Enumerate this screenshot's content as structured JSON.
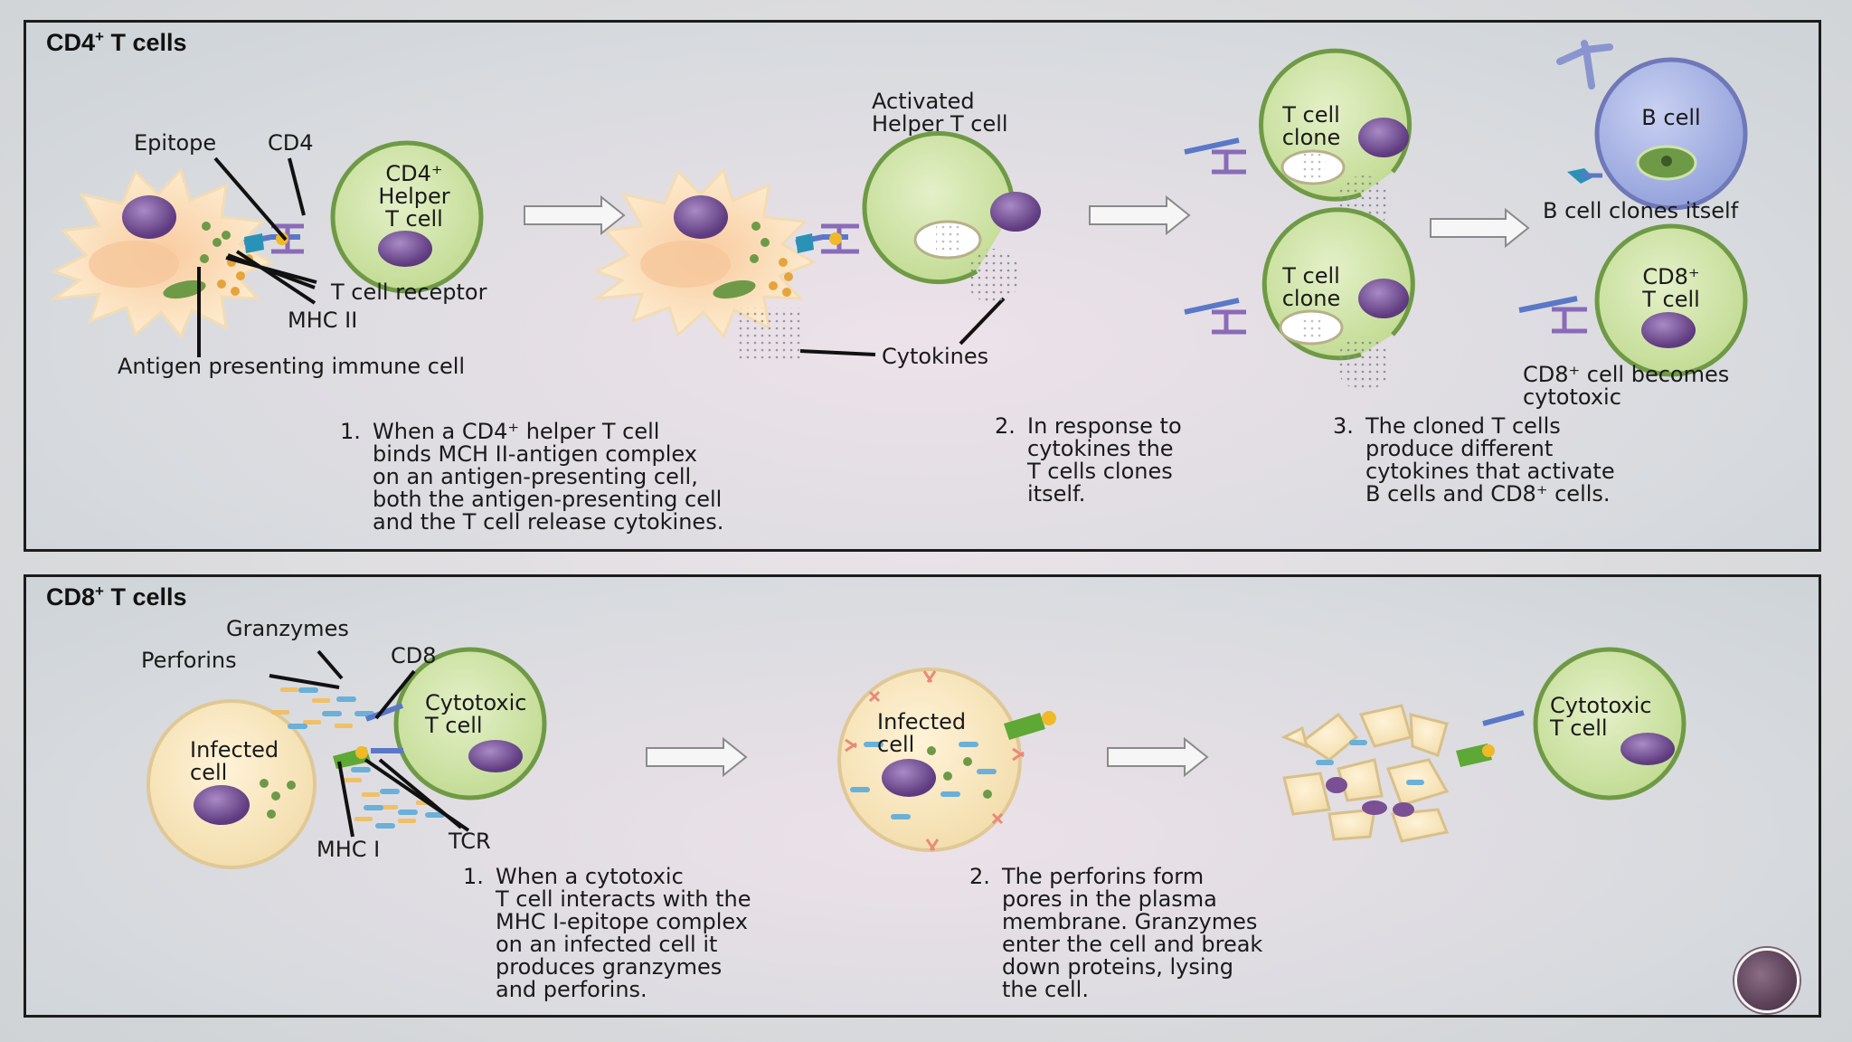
{
  "panels": {
    "cd4": {
      "title_main": "CD4",
      "title_sup": "+",
      "title_rest": " T cells",
      "labels": {
        "epitope": "Epitope",
        "cd4": "CD4",
        "helper_cell": "CD4⁺\nHelper\nT cell",
        "t_cell_receptor": "T cell receptor",
        "mhc_ii": "MHC II",
        "antigen_cell": "Antigen presenting immune cell",
        "activated_helper": "Activated\nHelper T cell",
        "cytokines": "Cytokines",
        "clone_1": "T cell\nclone",
        "clone_2": "T cell\nclone",
        "b_cell": "B cell",
        "b_cell_clones": "B cell clones itself",
        "cd8_cell": "CD8⁺\nT cell",
        "cd8_becomes": "CD8⁺ cell becomes\ncytotoxic"
      },
      "steps": [
        {
          "num": "1.",
          "text": "When a CD4⁺ helper T cell\nbinds MCH II-antigen complex\non an antigen-presenting cell,\nboth the antigen-presenting cell\nand the T cell release cytokines."
        },
        {
          "num": "2.",
          "text": "In response to\ncytokines the\nT cells clones\nitself."
        },
        {
          "num": "3.",
          "text": "The cloned T cells\nproduce different\ncytokines that activate\nB cells and CD8⁺ cells."
        }
      ]
    },
    "cd8": {
      "title_main": "CD8",
      "title_sup": "+",
      "title_rest": " T cells",
      "labels": {
        "granzymes": "Granzymes",
        "perforins": "Perforins",
        "cd8": "CD8",
        "cytotoxic_1": "Cytotoxic\nT cell",
        "infected_1": "Infected\ncell",
        "mhc_i": "MHC I",
        "tcr": "TCR",
        "infected_2": "Infected\ncell",
        "cytotoxic_2": "Cytotoxic\nT cell"
      },
      "steps": [
        {
          "num": "1.",
          "text": "When a cytotoxic\nT cell interacts with the\nMHC I-epitope complex\non an infected cell it\nproduces granzymes\nand perforins."
        },
        {
          "num": "2.",
          "text": "The perforins form\npores in the plasma\nmembrane. Granzymes\nenter the cell and break\ndown proteins, lysing\nthe cell."
        }
      ]
    }
  },
  "colors": {
    "tcell_fill": "#cfe4a8",
    "tcell_border": "#6f9a45",
    "nucleus": "#7a4f93",
    "apc_fill": "#fbe6c4",
    "bcell_fill": "#aab6e6",
    "receptor": "#5a78c8",
    "arrow": "#f4f4f4"
  },
  "icons": [
    "logo-badge"
  ]
}
